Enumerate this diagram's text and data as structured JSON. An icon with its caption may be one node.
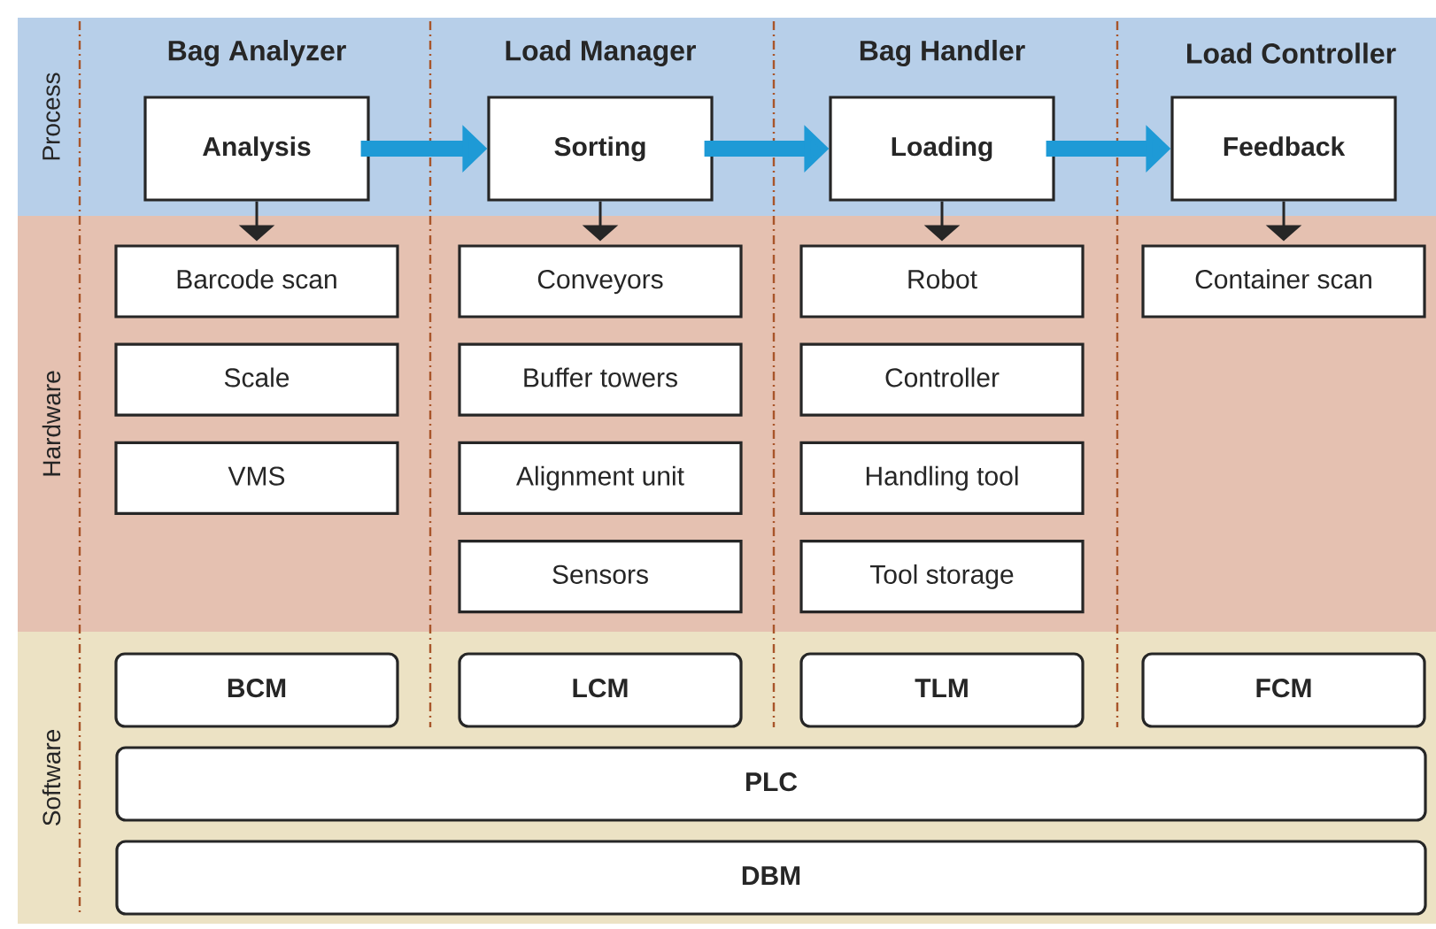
{
  "diagram": {
    "nodes": [
      {
        "text": [
          "Process"
        ]
      },
      {
        "text": [
          "Hardware"
        ]
      },
      {
        "text": [
          "Software"
        ]
      },
      {
        "text": [
          "Analysis"
        ],
        "in": 0
      },
      {
        "text": [
          "Sorting"
        ],
        "in": 0
      },
      {
        "text": [
          "Loading"
        ],
        "in": 0
      },
      {
        "text": [
          "Feedback"
        ],
        "in": 0
      },
      {
        "text": [
          "Barcode scan"
        ],
        "in": 1
      },
      {
        "text": [
          "Scale"
        ],
        "in": 1
      },
      {
        "text": [
          "VMS"
        ],
        "in": 1
      },
      {
        "text": [
          "Conveyors"
        ],
        "in": 1
      },
      {
        "text": [
          "Buffer towers"
        ],
        "in": 1
      },
      {
        "text": [
          "Alignment unit"
        ],
        "in": 1
      },
      {
        "text": [
          "Sensors"
        ],
        "in": 1
      },
      {
        "text": [
          "Robot"
        ],
        "in": 1
      },
      {
        "text": [
          "Controller"
        ],
        "in": 1
      },
      {
        "text": [
          "Handling tool"
        ],
        "in": 1
      },
      {
        "text": [
          "Tool storage"
        ],
        "in": 1
      },
      {
        "text": [
          "Container scan"
        ],
        "in": 1
      },
      {
        "text": [
          "BCM"
        ],
        "in": 2
      },
      {
        "text": [
          "LCM"
        ],
        "in": 2
      },
      {
        "text": [
          "TLM"
        ],
        "in": 2
      },
      {
        "text": [
          "FCM"
        ],
        "in": 2
      },
      {
        "text": [
          "PLC"
        ],
        "in": 2
      },
      {
        "text": [
          "DBM"
        ],
        "in": 2
      }
    ],
    "edges": [
      {
        "from": 3,
        "to": 4,
        "arrow": "to",
        "style": "thick",
        "color": "#1e9ad6"
      },
      {
        "from": 4,
        "to": 5,
        "arrow": "to",
        "style": "thick",
        "color": "#1e9ad6"
      },
      {
        "from": 5,
        "to": 6,
        "arrow": "to",
        "style": "thick",
        "color": "#1e9ad6"
      },
      {
        "from": 3,
        "to": 7,
        "arrow": "to"
      },
      {
        "from": 4,
        "to": 10,
        "arrow": "to"
      },
      {
        "from": 5,
        "to": 14,
        "arrow": "to"
      },
      {
        "from": 6,
        "to": 18,
        "arrow": "to"
      }
    ],
    "labels": [
      "Bag Analyzer",
      "Load Manager",
      "Bag Handler",
      "Load Controller"
    ]
  }
}
